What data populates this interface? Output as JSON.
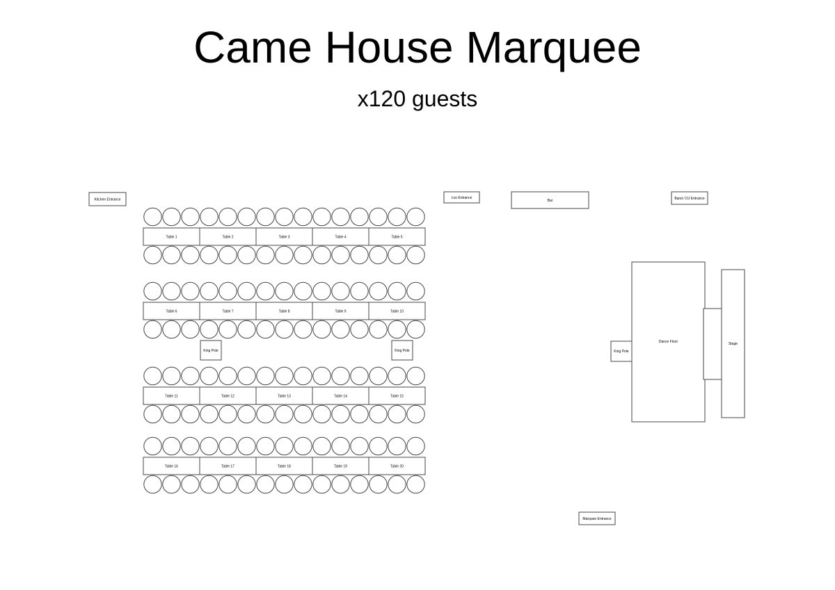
{
  "header": {
    "title": "Came House Marquee",
    "subtitle": "x120 guests"
  },
  "tables": [
    {
      "label": "Table 1"
    },
    {
      "label": "Table 2"
    },
    {
      "label": "Table 3"
    },
    {
      "label": "Table 4"
    },
    {
      "label": "Table 5"
    },
    {
      "label": "Table 6"
    },
    {
      "label": "Table 7"
    },
    {
      "label": "Table 8"
    },
    {
      "label": "Table 9"
    },
    {
      "label": "Table 10"
    },
    {
      "label": "Table 11"
    },
    {
      "label": "Table 12"
    },
    {
      "label": "Table 13"
    },
    {
      "label": "Table 14"
    },
    {
      "label": "Table 15"
    },
    {
      "label": "Table 16"
    },
    {
      "label": "Table 17"
    },
    {
      "label": "Table 18"
    },
    {
      "label": "Table 19"
    },
    {
      "label": "Table 20"
    }
  ],
  "seats_per_table_side": 3,
  "features": {
    "kitchen_entrance": "Kitchen Entrance",
    "loo_entrance": "Loo Entrance",
    "bar": "Bar",
    "band_dj_entrance": "Band / DJ Entrance",
    "king_pole_1": "King Pole",
    "king_pole_2": "King Pole",
    "king_pole_3": "King Pole",
    "dance_floor": "Dance Floor",
    "stage": "Stage",
    "marquee_entrance": "Marquee Entrance"
  }
}
